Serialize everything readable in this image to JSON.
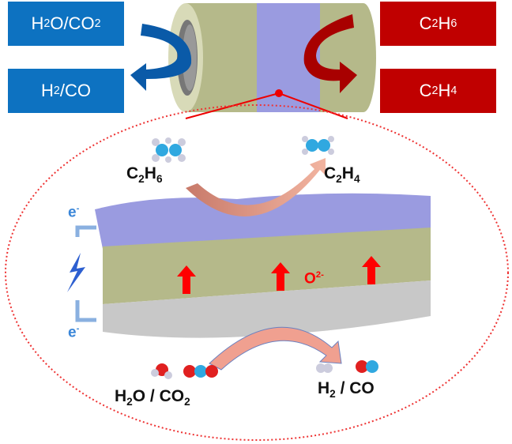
{
  "reactor": {
    "left_in": [
      "H",
      "2",
      "O/CO",
      "2"
    ],
    "left_out": [
      "H",
      "2",
      "/CO"
    ],
    "right_in": [
      "C",
      "2",
      "H",
      "6"
    ],
    "right_out": [
      "C",
      "2",
      "H",
      "4"
    ]
  },
  "cell": {
    "reactant": [
      "C",
      "2",
      "H",
      "6"
    ],
    "product": [
      "C",
      "2",
      "H",
      "4"
    ],
    "electron_top": [
      "e",
      "-"
    ],
    "electron_bottom": [
      "e",
      "-"
    ],
    "oxide_ion": [
      "O",
      "2-"
    ],
    "cathode_feed": [
      "H",
      "2",
      "O / CO",
      "2"
    ],
    "cathode_product": [
      "H",
      "2",
      " / CO"
    ]
  },
  "colors": {
    "blue": "#0d72c1",
    "red": "#c00000",
    "olive": "#b5b98a",
    "purple": "#9a9be0",
    "grey": "#c8c8c8"
  }
}
